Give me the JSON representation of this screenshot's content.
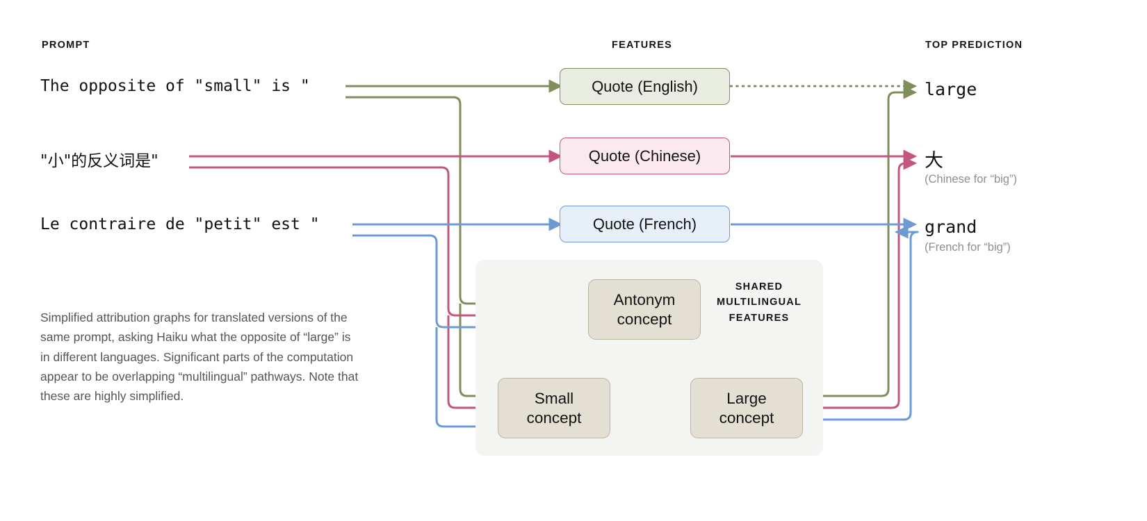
{
  "columns": {
    "prompt_header": "PROMPT",
    "features_header": "FEATURES",
    "prediction_header": "TOP PREDICTION"
  },
  "rows": [
    {
      "id": "english",
      "color": "#7e8f5c",
      "box_fill": "#e9ece1",
      "box_border": "#7e8f5c",
      "prompt": "The opposite of \"small\" is \"",
      "feature_label": "Quote (English)",
      "prediction": "large",
      "prediction_sub": "",
      "quote_to_pred_style": "dotted"
    },
    {
      "id": "chinese",
      "color": "#c45580",
      "box_fill": "#fbe9f0",
      "box_border": "#c45580",
      "prompt": "\"小\"的反义词是\"",
      "feature_label": "Quote (Chinese)",
      "prediction": "大",
      "prediction_sub": "(Chinese for “big”)",
      "quote_to_pred_style": "solid"
    },
    {
      "id": "french",
      "color": "#6b9bd2",
      "box_fill": "#e7eff9",
      "box_border": "#6b9bd2",
      "prompt": "Le contraire de \"petit\" est \"",
      "feature_label": "Quote (French)",
      "prediction": "grand",
      "prediction_sub": "(French for “big”)",
      "quote_to_pred_style": "solid"
    }
  ],
  "shared": {
    "panel_label_line1": "SHARED",
    "panel_label_line2": "MULTILINGUAL",
    "panel_label_line3": "FEATURES",
    "concepts": [
      {
        "id": "antonym",
        "line1": "Antonym",
        "line2": "concept"
      },
      {
        "id": "small",
        "line1": "Small",
        "line2": "concept"
      },
      {
        "id": "large",
        "line1": "Large",
        "line2": "concept"
      }
    ]
  },
  "caption": "Simplified attribution graphs for translated versions of the same prompt, asking Haiku what the opposite of “large” is in different languages. Significant parts of the computation appear to be overlapping “multilingual” pathways. Note that these are highly simplified.",
  "palette": {
    "english": "#7e8f5c",
    "chinese": "#c45580",
    "french": "#6b9bd2",
    "concept_fill": "#e3e0d3",
    "concept_border": "#b9b5a4",
    "panel_bg": "#f4f4f2",
    "text": "#111111",
    "muted": "#8e8e8e"
  }
}
